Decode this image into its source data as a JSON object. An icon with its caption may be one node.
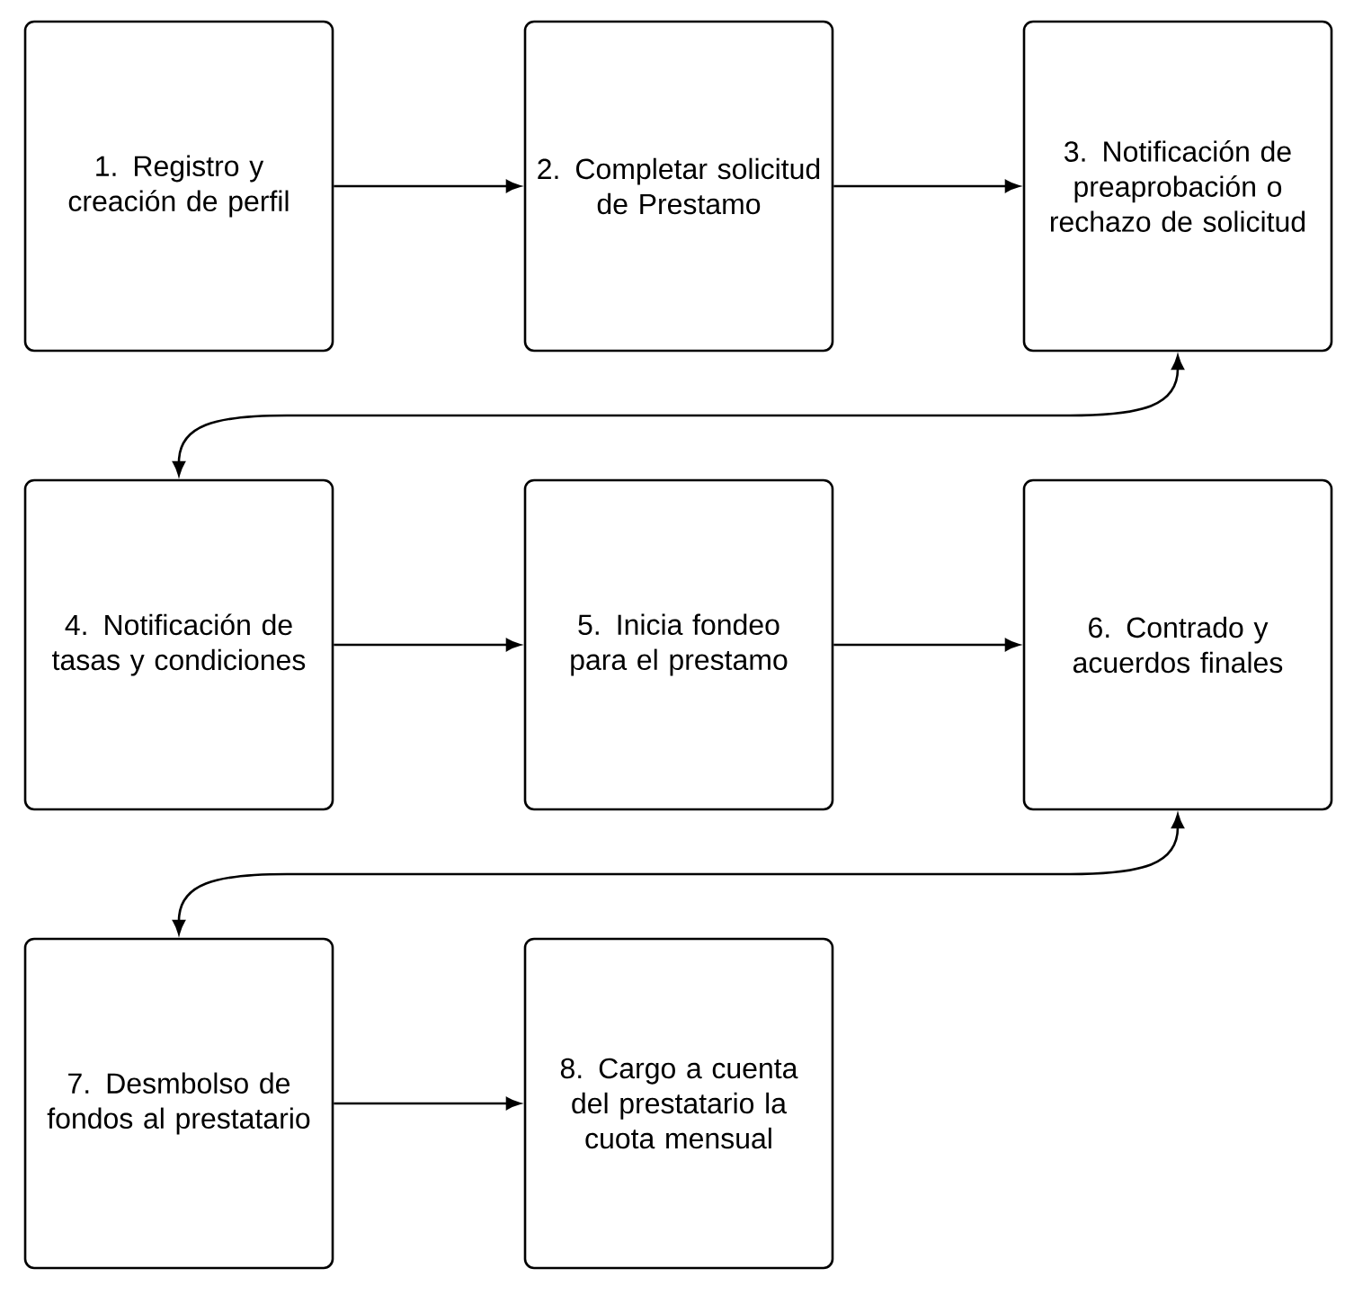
{
  "diagram": {
    "nodes": [
      {
        "text": [
          "1. Registro y creación de perfil"
        ]
      },
      {
        "text": [
          "2. Completar solicitud de Prestamo"
        ]
      },
      {
        "text": [
          "3. Notificación de preaprobación o rechazo de solicitud"
        ]
      },
      {
        "text": [
          "4. Notificación de tasas y condiciones"
        ]
      },
      {
        "text": [
          "5. Inicia fondeo para el prestamo"
        ]
      },
      {
        "text": [
          "6. Contrado y acuerdos finales"
        ]
      },
      {
        "text": [
          "7. Desmbolso de fondos al prestatario"
        ]
      },
      {
        "text": [
          "8. Cargo a cuenta del prestatario la cuota mensual"
        ]
      }
    ],
    "edges": [
      {
        "from": 0,
        "to": 1,
        "arrow": "to"
      },
      {
        "from": 1,
        "to": 2,
        "arrow": "to"
      },
      {
        "from": 2,
        "to": 3,
        "arrow": "both"
      },
      {
        "from": 3,
        "to": 4,
        "arrow": "to"
      },
      {
        "from": 4,
        "to": 5,
        "arrow": "to"
      },
      {
        "from": 5,
        "to": 6,
        "arrow": "both"
      },
      {
        "from": 6,
        "to": 7,
        "arrow": "to"
      }
    ]
  }
}
